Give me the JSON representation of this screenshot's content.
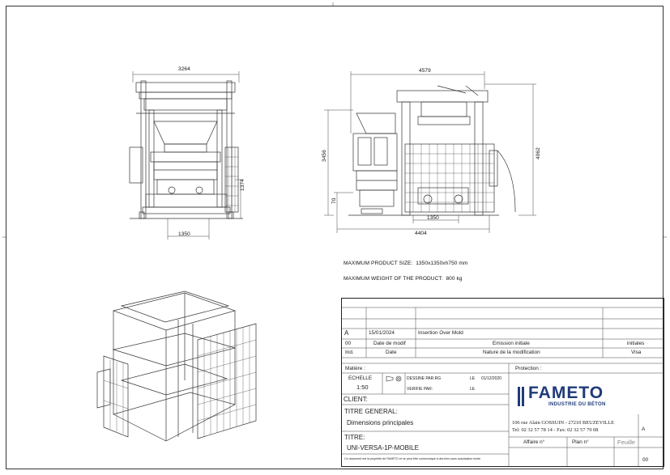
{
  "drawing": {
    "dimensions": {
      "front_width": "3264",
      "front_base": "1350",
      "front_side": "1374",
      "side_width": "4579",
      "side_height": "3456",
      "side_total_height": "4062",
      "side_base_inner": "1350",
      "side_base_total": "4404",
      "side_small": "70"
    },
    "notes": {
      "size_label": "MAXIMUM PRODUCT SIZE:",
      "size_value": "1350x1350xh750 mm",
      "weight_label": "MAXIMUM WEIGHT OF THE PRODUCT:",
      "weight_value": "800 kg"
    }
  },
  "title_block": {
    "revision": {
      "index": "A",
      "date": "15/01/2024",
      "modification": "Insertion Over Mold"
    },
    "revision_initial": {
      "index": "00",
      "date": "Date de modif",
      "modification": "Emission initiale",
      "initials": "initiales"
    },
    "headers": {
      "index": "Ind.",
      "date": "Date",
      "modification": "Nature de la modification",
      "visa": "Visa"
    },
    "matiere_label": "Matière :",
    "protection_label": "Protection :",
    "echelle_label": "ECHELLE",
    "echelle_value": "1:50",
    "dessine_label": "DESSINE PAR:RG",
    "dessine_le": "LE",
    "dessine_date": "01/12/2020",
    "verifie_label": "VERIFIE PAR:",
    "verifie_le": "LE",
    "client_label": "CLIENT:",
    "titre_general_label": "TITRE GENERAL:",
    "titre_general_value": "Dimensions principales",
    "titre_label": "TITRE:",
    "titre_value": "UNI-VERSA-1P-MOBILE",
    "company": {
      "name": "FAMETO",
      "tagline": "INDUSTRIE DU BÉTON",
      "address": "106 rue Alain GOSSUIN - 27210 BEUZEVILLE",
      "phone": "Tel: 02 32 57 78 14 - Fax: 02 32 57 79 08",
      "revision_letter": "A"
    },
    "affaire_label": "Affaire n°",
    "plan_label": "Plan n°",
    "feuille_label": "Feuille",
    "feuille_value": "00",
    "footer_note": "Ce document est la propriété de FAMETO et ne peut être communiqué à des tiers sans autorisation écrite"
  },
  "colors": {
    "brand": "#1f3b79",
    "line": "#333333"
  }
}
